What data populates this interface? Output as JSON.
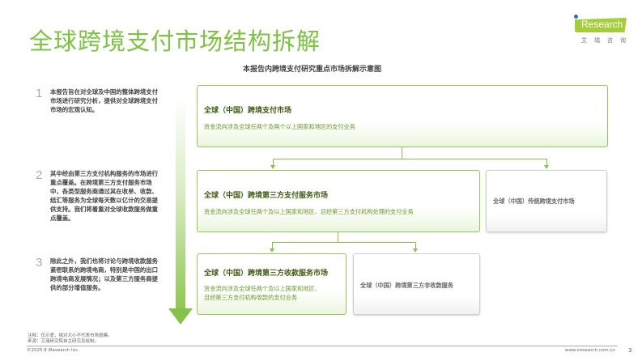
{
  "page": {
    "title": "全球跨境支付市场结构拆解",
    "page_number": "3"
  },
  "logo": {
    "brand": "Research",
    "cn": "艾瑞咨询"
  },
  "steps": [
    {
      "num": "1",
      "text": "本报告旨在对全球及中国的整体跨境支付市场进行研究分析，提供对全球跨境支付市场的宏观认知。"
    },
    {
      "num": "2",
      "text": "其中经由第三方支付机构服务的市场进行重点覆盖。在跨境第三方支付服务市场中，各类型服务商通过其在收单、收款、结汇等服务为全球每天数以亿计的交易提供支持。我们将着重对全球收款服务做重点覆盖。"
    },
    {
      "num": "3",
      "text": "除此之外，我们也将讨论与跨境收款服务紧密联系的跨境电商，特别是中国的出口跨境电商发展情况；以及第三方服务商提供的部分增值服务。"
    }
  ],
  "diagram": {
    "title": "本报告内跨境支付研究重点市场拆解示意图",
    "level1": {
      "head": "全球（中国）跨境支付市场",
      "desc": "资金流向涉及全球任两个及两个以上国家和地区的支付业务"
    },
    "level2_main": {
      "head": "全球（中国）跨境第三方支付服务市场",
      "desc": "资金流向涉及全球任两个及以上国家和地区、且经第三方支付机构处理的支付业务"
    },
    "level2_side": {
      "label": "全球（中国）传统跨境支付市场"
    },
    "level3_main": {
      "head": "全球（中国）跨境第三方收款服务市场",
      "desc_line1": "资金流向涉及全球任两个及以上国家和地区、",
      "desc_line2": "且经第三方支付机构收款的支付业务"
    },
    "level3_side": {
      "label": "全球（中国）跨境第三方非收款服务"
    },
    "colors": {
      "accent_green": "#7dc242",
      "connector_green": "#86c24a",
      "box_border_grey": "#cfcfcf"
    }
  },
  "footer": {
    "note": "注释：仅示意，相对大小不代表市场规模。",
    "source": "来源：艾瑞研究院自主研究及绘制。",
    "copyright": "©2025.8 iResearch Inc.",
    "url": "www.iresearch.com.cn"
  }
}
